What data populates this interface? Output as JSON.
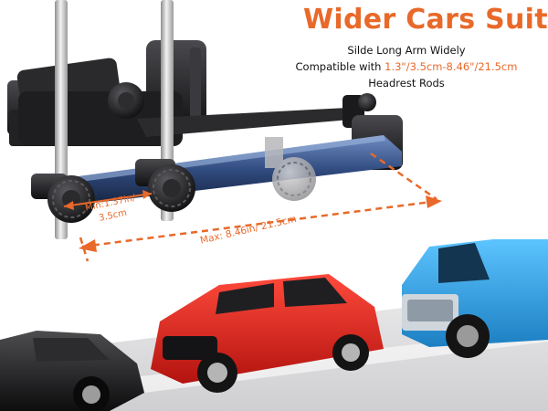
{
  "header": {
    "title": "Wider Cars Suits",
    "line1": "Silde Long Arm Widely",
    "line2_prefix": "Compatible with ",
    "line2_highlight": "1.3\"/3.5cm-8.46\"/21.5cm",
    "line3": "Headrest Rods"
  },
  "measurements": {
    "min_line1": "Min:1.37in/",
    "min_line2": "3.5cm",
    "max": "Max: 8.46in/ 21.5cm"
  },
  "colors": {
    "accent": "#e8692a",
    "holder_black": "#1c1c1e",
    "arm_blue": "#3d5a8e",
    "car_black": "#1b1b1b",
    "car_red": "#d7211e",
    "car_blue": "#2f9fe0"
  }
}
